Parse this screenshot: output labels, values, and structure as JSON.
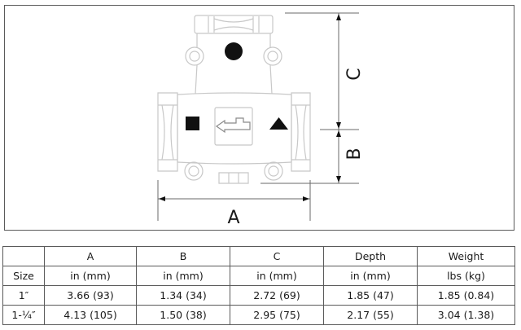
{
  "diagram": {
    "dimension_labels": {
      "a": "A",
      "b": "B",
      "c": "C"
    },
    "symbols": [
      "filled-circle",
      "filled-square",
      "flow-arrow",
      "filled-triangle"
    ]
  },
  "table": {
    "header_row": [
      "",
      "A",
      "B",
      "C",
      "Depth",
      "Weight"
    ],
    "unit_row": [
      "Size",
      "in (mm)",
      "in (mm)",
      "in (mm)",
      "in (mm)",
      "lbs (kg)"
    ],
    "rows": [
      [
        "1″",
        "3.66 (93)",
        "1.34 (34)",
        "2.72 (69)",
        "1.85 (47)",
        "1.85 (0.84)"
      ],
      [
        "1-¼″",
        "4.13 (105)",
        "1.50 (38)",
        "2.95 (75)",
        "2.17 (55)",
        "3.04 (1.38)"
      ]
    ]
  }
}
